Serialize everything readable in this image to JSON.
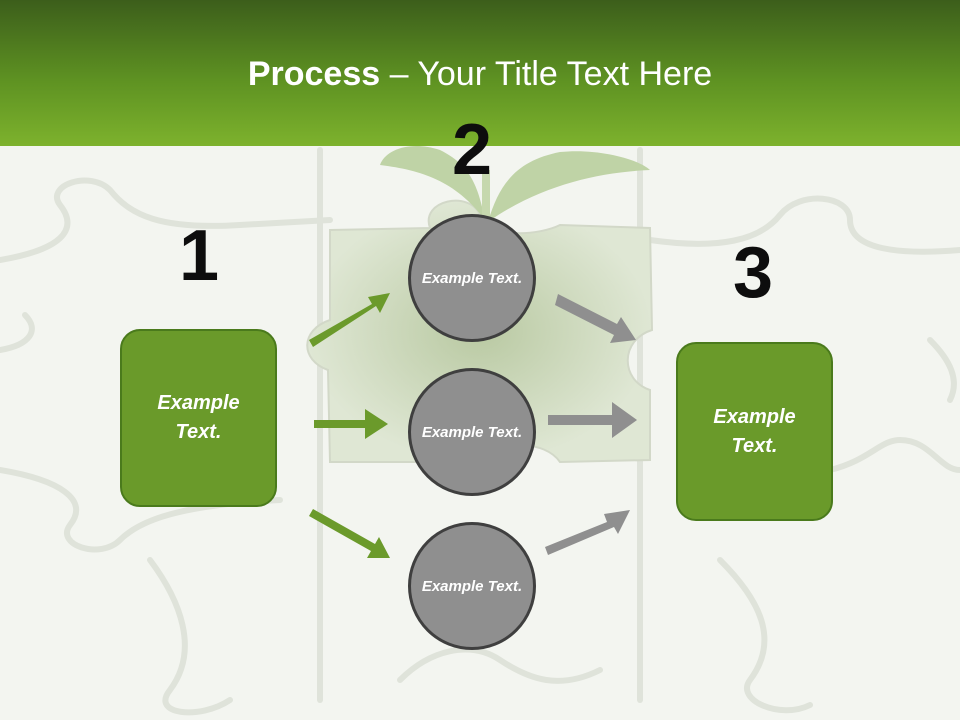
{
  "title": {
    "bold": "Process",
    "rest": " – Your Title Text Here"
  },
  "steps": [
    {
      "number": "1",
      "text": "Example Text."
    },
    {
      "number": "2",
      "items": [
        "Example Text.",
        "Example Text.",
        "Example Text."
      ]
    },
    {
      "number": "3",
      "text": "Example Text."
    }
  ],
  "colors": {
    "header": "#5e9222",
    "green_box": "#6a9a2a",
    "gray_circle": "#8f8f8f",
    "green_arrow": "#6b9a2b",
    "gray_arrow": "#8f8f8f"
  },
  "background": "puzzle-pieces-with-sprout"
}
